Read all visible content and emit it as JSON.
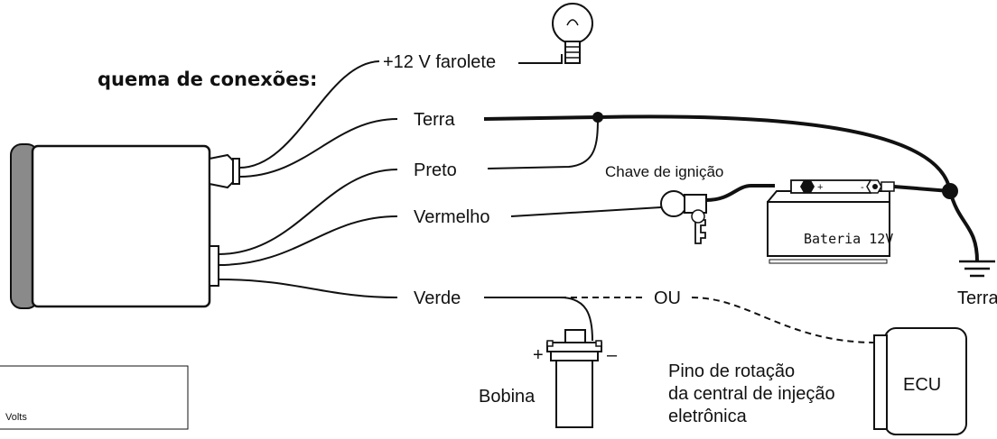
{
  "title": "quema de conexões:",
  "labels": {
    "farolete": "+12 V farolete",
    "terra": "Terra",
    "preto": "Preto",
    "vermelho": "Vermelho",
    "verde": "Verde",
    "chave": "Chave de ignição",
    "bateria": "Bateria 12V",
    "terra_ground": "Terra",
    "ou": "OU",
    "bobina": "Bobina",
    "ecu": "ECU",
    "pino_line1": "Pino de rotação",
    "pino_line2": "da central de injeção",
    "pino_line3": "eletrônica",
    "volts": "Volts",
    "plus": "+",
    "minus": "–",
    "bat_plus": "+",
    "bat_minus": "-"
  }
}
